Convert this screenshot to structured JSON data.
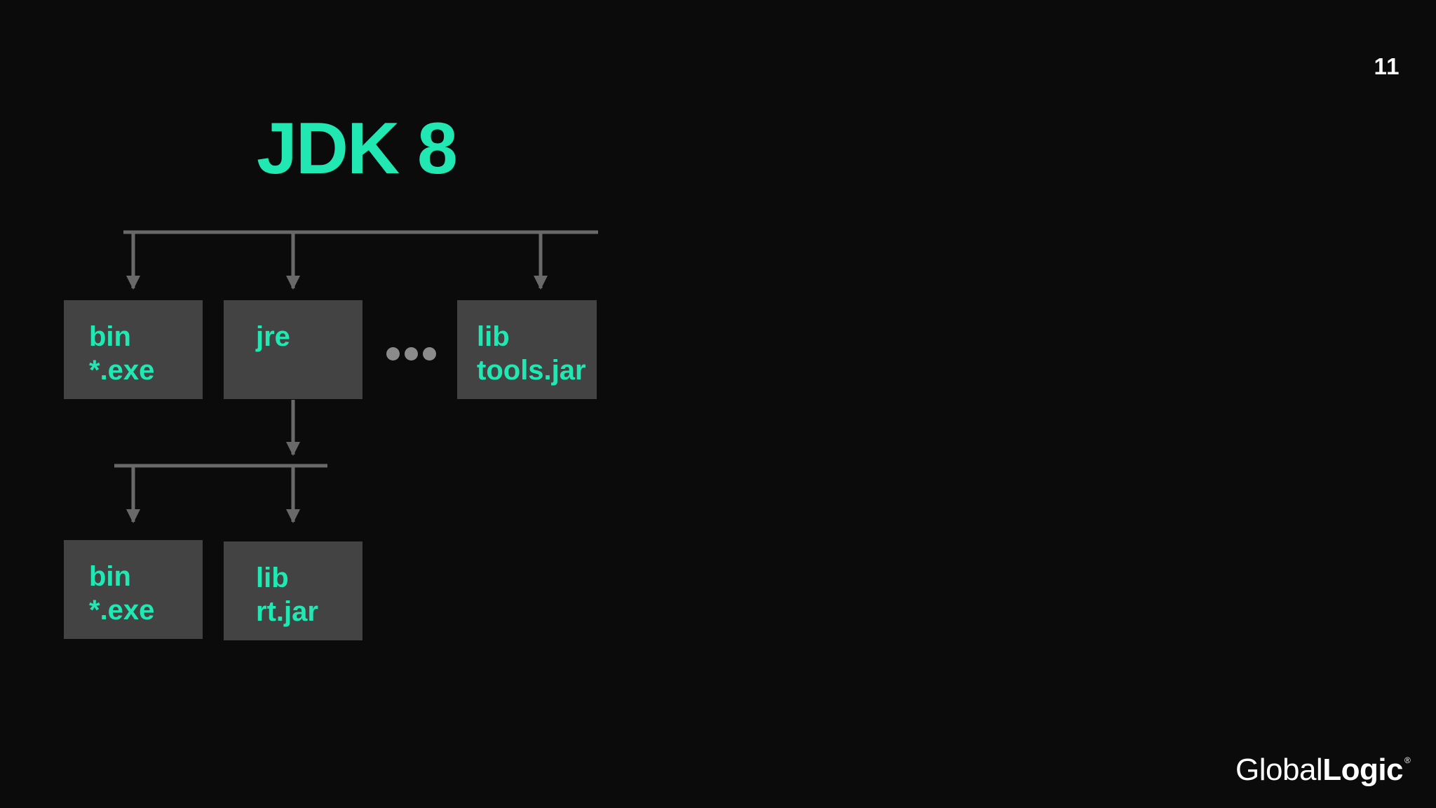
{
  "slide": {
    "number": "11",
    "title": "JDK 8"
  },
  "tree": {
    "root_children": [
      {
        "name": "bin",
        "content": "*.exe"
      },
      {
        "name": "jre",
        "content": ""
      },
      {
        "name": "lib",
        "content": "tools.jar"
      }
    ],
    "jre_children": [
      {
        "name": "bin",
        "content": "*.exe"
      },
      {
        "name": "lib",
        "content": "rt.jar"
      }
    ],
    "ellipsis": "more-icon"
  },
  "brand": {
    "regular": "Global",
    "bold": "Logic",
    "mark": "®"
  },
  "colors": {
    "background": "#0c0b0c",
    "accent": "#21e8b2",
    "box": "#444344",
    "connector": "#6a696a"
  }
}
